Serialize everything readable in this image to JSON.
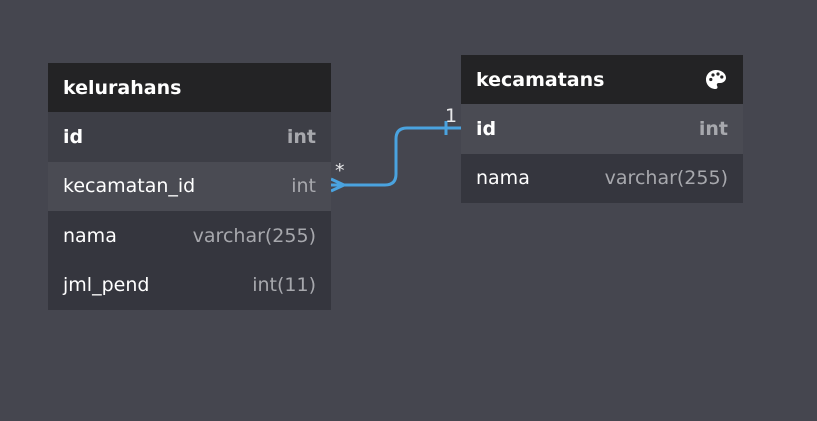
{
  "colors": {
    "canvas_bg": "#45464f",
    "header_bg": "#232325",
    "relation_line": "#4aa3df"
  },
  "tables": {
    "kelurahans": {
      "name": "kelurahans",
      "rows": [
        {
          "name": "id",
          "type": "int"
        },
        {
          "name": "kecamatan_id",
          "type": "int"
        },
        {
          "name": "nama",
          "type": "varchar(255)"
        },
        {
          "name": "jml_pend",
          "type": "int(11)"
        }
      ]
    },
    "kecamatans": {
      "name": "kecamatans",
      "header_icon": "palette-icon",
      "rows": [
        {
          "name": "id",
          "type": "int"
        },
        {
          "name": "nama",
          "type": "varchar(255)"
        }
      ]
    }
  },
  "relation": {
    "from_table": "kelurahans",
    "from_column": "kecamatan_id",
    "to_table": "kecamatans",
    "to_column": "id",
    "many_label": "*",
    "one_label": "1"
  }
}
